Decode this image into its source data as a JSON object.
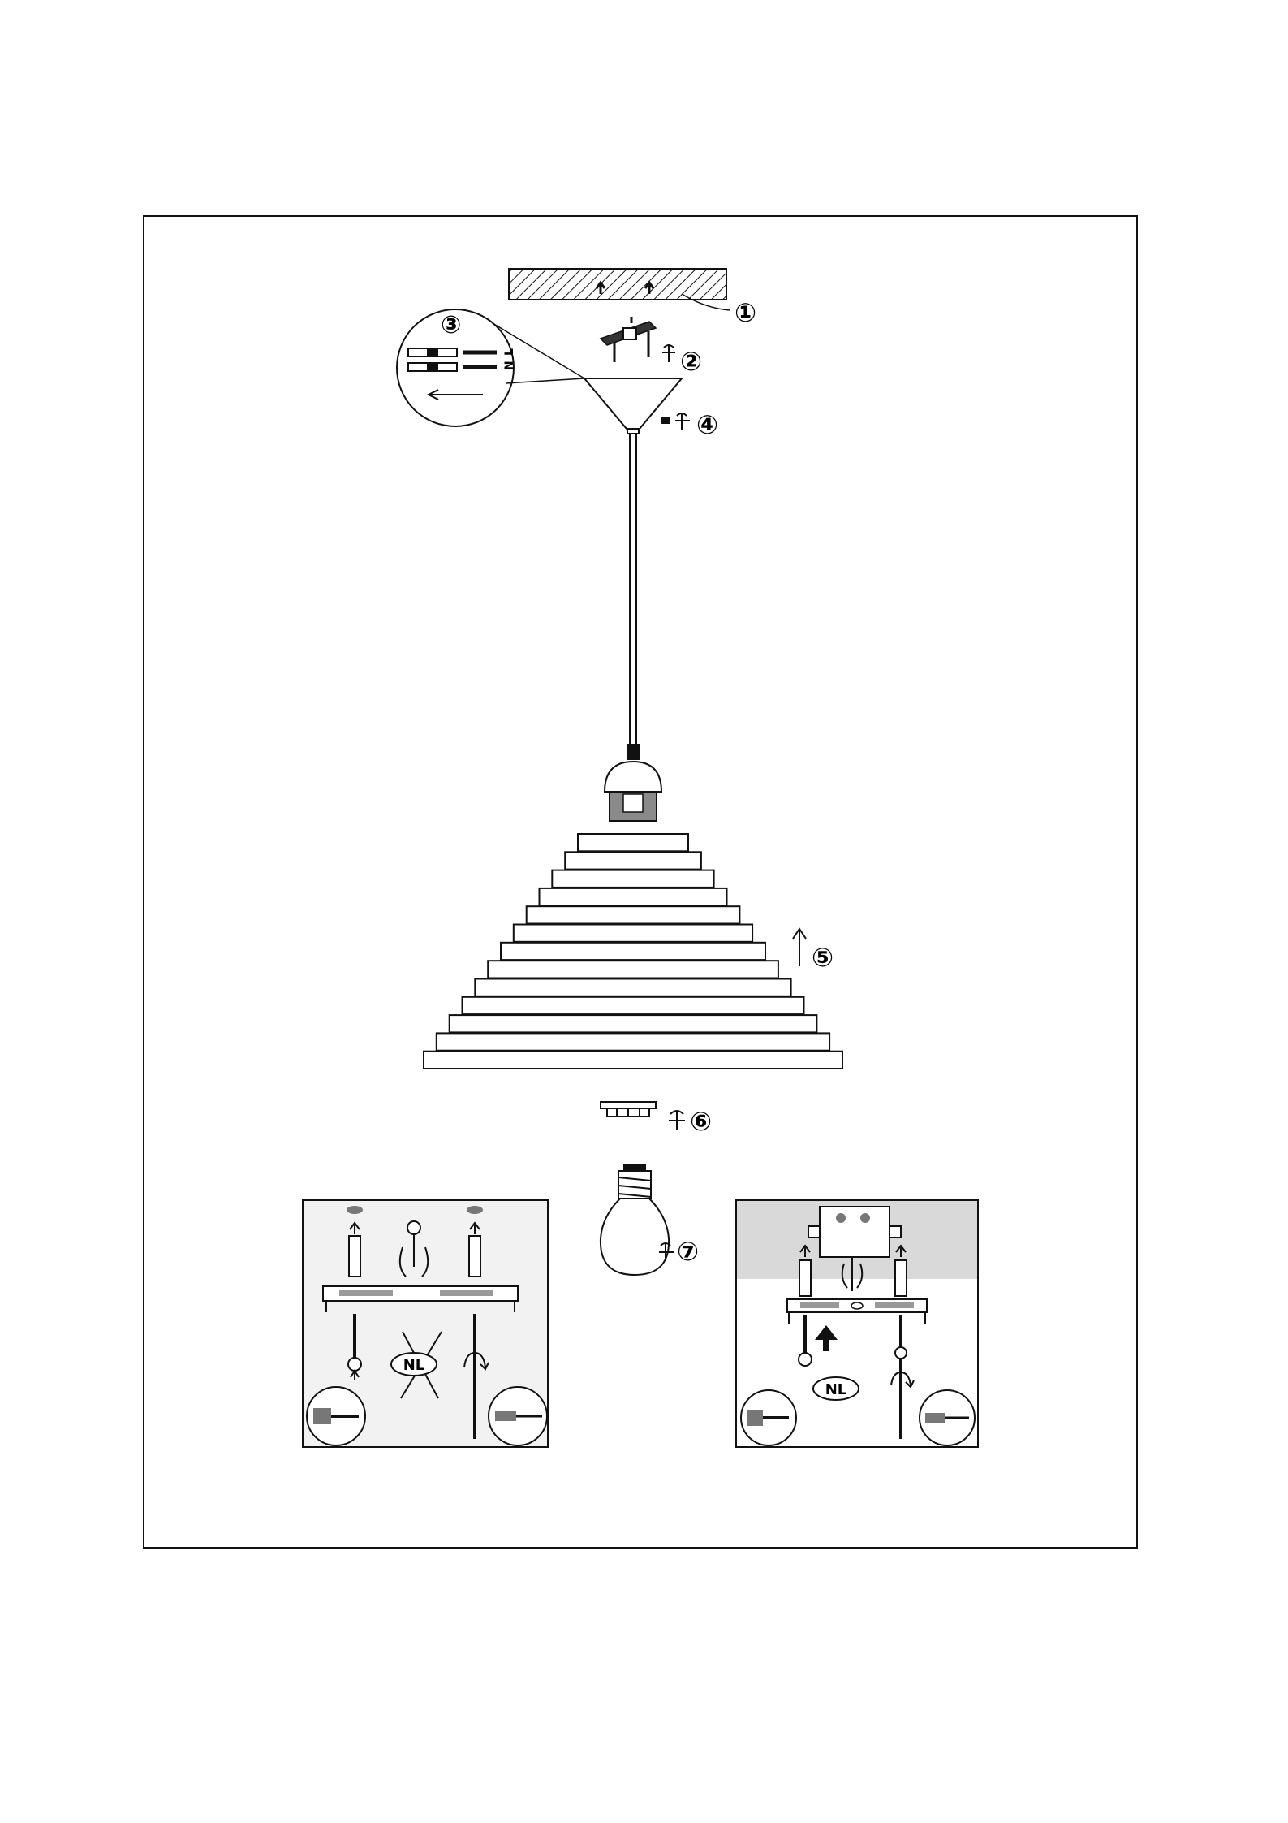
{
  "steps": [
    {
      "id": 1,
      "label": "①"
    },
    {
      "id": 2,
      "label": "②"
    },
    {
      "id": 3,
      "label": "③"
    },
    {
      "id": 4,
      "label": "④"
    },
    {
      "id": 5,
      "label": "⑤"
    },
    {
      "id": 6,
      "label": "⑥"
    },
    {
      "id": 7,
      "label": "⑦"
    }
  ],
  "wiring": {
    "live": "L",
    "neutral": "N"
  },
  "inset_badge": "NL",
  "colors": {
    "ink": "#111111",
    "panel": "#f2f2f2",
    "ceiling_band": "#d9d9d9",
    "shade_fill": "#ffffff",
    "holder_fill": "#8a8a8a"
  }
}
